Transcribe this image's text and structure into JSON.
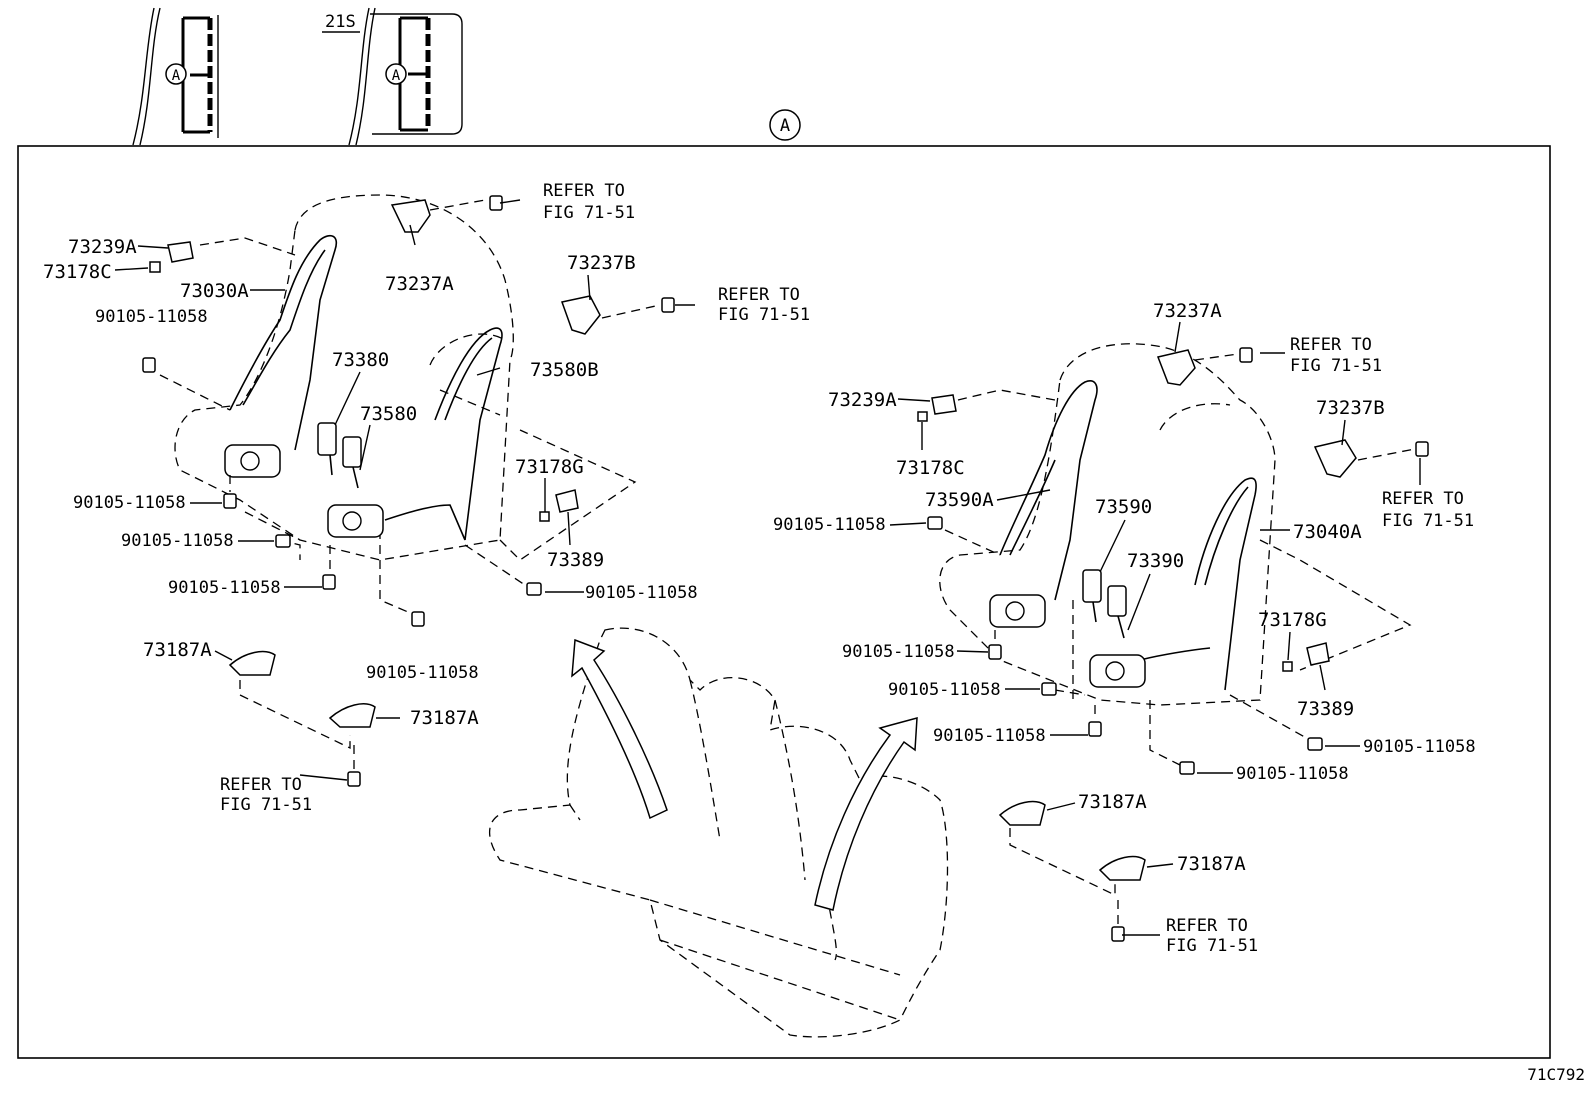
{
  "inset": {
    "variant_label": "21S",
    "circle_letter": "A"
  },
  "main_view_marker": "A",
  "figure_code": "71C792",
  "left_group": {
    "parts": {
      "p73239A": "73239A",
      "p73178C": "73178C",
      "p73030A": "73030A",
      "p73237A": "73237A",
      "p73237B": "73237B",
      "p73380": "73380",
      "p73580": "73580",
      "p73580B": "73580B",
      "p73178G": "73178G",
      "p73389": "73389",
      "p73187A_1": "73187A",
      "p73187A_2": "73187A"
    },
    "bolts": {
      "b1": "90105-11058",
      "b2": "90105-11058",
      "b3": "90105-11058",
      "b4": "90105-11058",
      "b5": "90105-11058",
      "b6": "90105-11058"
    },
    "refs": {
      "r1_line1": "REFER TO",
      "r1_line2": "FIG 71-51",
      "r2_line1": "REFER TO",
      "r2_line2": "FIG 71-51",
      "r3_line1": "REFER TO",
      "r3_line2": "FIG 71-51"
    }
  },
  "right_group": {
    "parts": {
      "p73237A": "73237A",
      "p73239A": "73239A",
      "p73178C": "73178C",
      "p73237B": "73237B",
      "p73590A": "73590A",
      "p73590": "73590",
      "p73390": "73390",
      "p73040A": "73040A",
      "p73178G": "73178G",
      "p73389": "73389",
      "p73187A_1": "73187A",
      "p73187A_2": "73187A"
    },
    "bolts": {
      "b1": "90105-11058",
      "b2": "90105-11058",
      "b3": "90105-11058",
      "b4": "90105-11058",
      "b5": "90105-11058",
      "b6": "90105-11058"
    },
    "refs": {
      "r1_line1": "REFER TO",
      "r1_line2": "FIG 71-51",
      "r2_line1": "REFER TO",
      "r2_line2": "FIG 71-51",
      "r3_line1": "REFER TO",
      "r3_line2": "FIG 71-51"
    }
  }
}
